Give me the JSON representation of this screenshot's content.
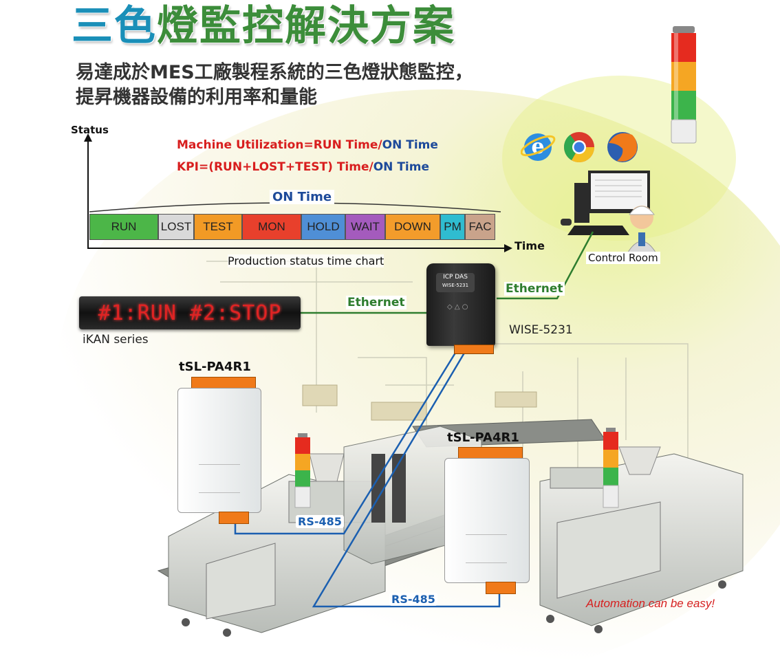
{
  "title_blue": "三色",
  "title_green": "燈監控解決方案",
  "subtitle_line1": "易達成於MES工廠製程系統的三色燈狀態監控，",
  "subtitle_line2": "提昇機器設備的利用率和量能",
  "formula1_left": "Machine Utilization=RUN Time/",
  "formula1_right": "ON Time",
  "formula2_left": "KPI=(RUN+LOST+TEST) Time/",
  "formula2_right": "ON Time",
  "status_axis": "Status",
  "time_axis": "Time",
  "on_time_label": "ON Time",
  "production_chart_caption": "Production status time chart",
  "segments": [
    {
      "label": "RUN",
      "color": "#4cb648"
    },
    {
      "label": "LOST",
      "color": "#d9d9d9"
    },
    {
      "label": "TEST",
      "color": "#f29a25"
    },
    {
      "label": "MON",
      "color": "#e8402c"
    },
    {
      "label": "HOLD",
      "color": "#4f8fd6"
    },
    {
      "label": "WAIT",
      "color": "#a45bbd"
    },
    {
      "label": "DOWN",
      "color": "#f39c2b"
    },
    {
      "label": "PM",
      "color": "#2fbcd0"
    },
    {
      "label": "FAC",
      "color": "#c9a38b"
    }
  ],
  "ikan_display": "#1:RUN  #2:STOP",
  "ikan_label": "iKAN series",
  "ethernet_left": "Ethernet",
  "ethernet_right": "Ethernet",
  "wise_label": "WISE-5231",
  "wise_brand": "ICP DAS",
  "wise_model": "WISE-5231",
  "control_room": "Control Room",
  "tsl_left": "tSL-PA4R1",
  "tsl_right": "tSL-PA4R1",
  "rs485_upper": "RS-485",
  "rs485_lower": "RS-485",
  "automation": "Automation can be easy!",
  "colors": {
    "green": "#3c8d3a",
    "blue": "#1a8fb8",
    "red": "#d81e1e",
    "navy": "#1d4a9a",
    "rs": "#1b5fb0"
  }
}
